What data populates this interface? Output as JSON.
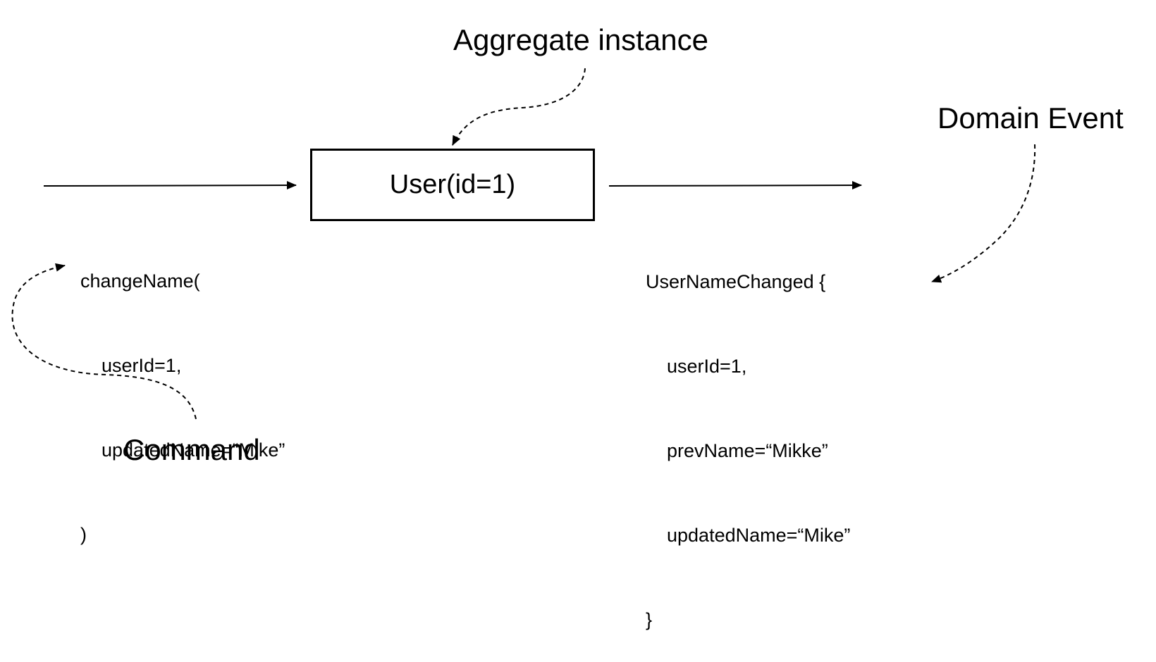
{
  "labels": {
    "aggregate": "Aggregate instance",
    "domain_event": "Domain Event",
    "command": "Command"
  },
  "aggregate_box": {
    "text": "User(id=1)"
  },
  "command_code": {
    "lines": [
      "changeName(",
      "userId=1,",
      "updatedName=“Mike”",
      ")"
    ]
  },
  "event_code": {
    "lines": [
      "UserNameChanged {",
      "userId=1,",
      "prevName=“Mikke”",
      "updatedName=“Mike”",
      "}"
    ]
  },
  "colors": {
    "stroke": "#000000",
    "background": "#ffffff"
  }
}
